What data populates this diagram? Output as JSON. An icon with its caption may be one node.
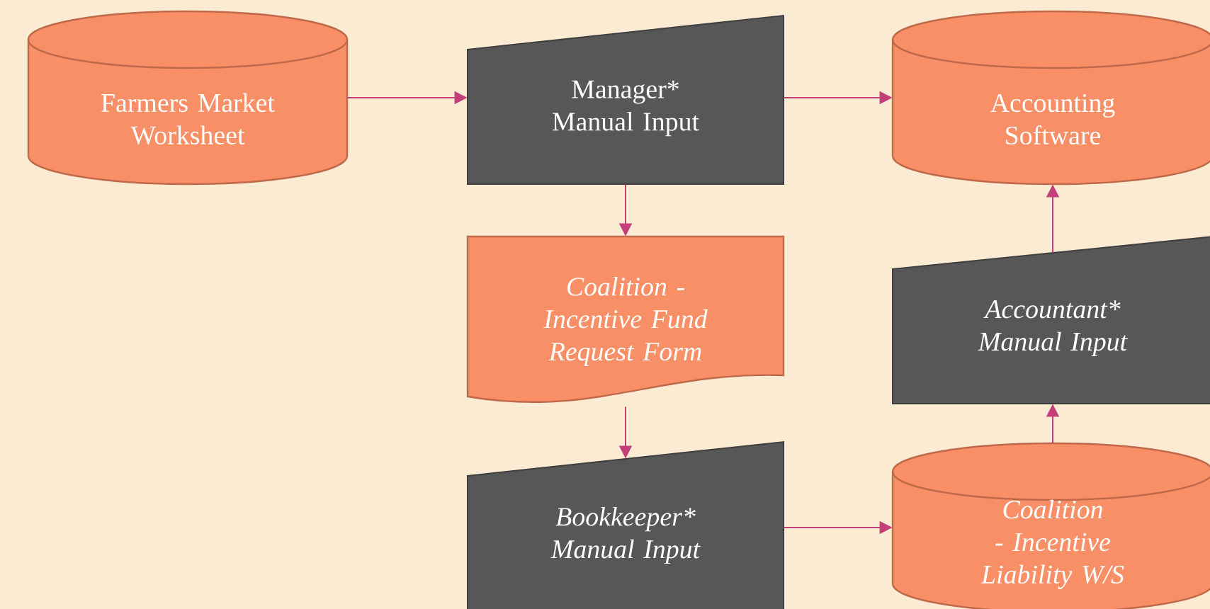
{
  "diagram": {
    "nodes": [
      {
        "text": [
          "Farmers Market Worksheet"
        ]
      },
      {
        "text": [
          "Manager* Manual Input"
        ]
      },
      {
        "text": [
          "Accounting Software"
        ]
      },
      {
        "text": [
          "Coalition - Incentive Fund Request Form"
        ]
      },
      {
        "text": [
          "Accountant* Manual Input"
        ]
      },
      {
        "text": [
          "Bookkeeper* Manual Input"
        ]
      },
      {
        "text": [
          "Coalition - Incentive Liability W/S"
        ]
      }
    ],
    "edges": [
      {
        "from": 0,
        "to": 1,
        "arrow": "to"
      },
      {
        "from": 1,
        "to": 2,
        "arrow": "to"
      },
      {
        "from": 1,
        "to": 3,
        "arrow": "to"
      },
      {
        "from": 3,
        "to": 5,
        "arrow": "to"
      },
      {
        "from": 5,
        "to": 6,
        "arrow": "to"
      },
      {
        "from": 6,
        "to": 4,
        "arrow": "to"
      },
      {
        "from": 4,
        "to": 2,
        "arrow": "to"
      }
    ]
  }
}
